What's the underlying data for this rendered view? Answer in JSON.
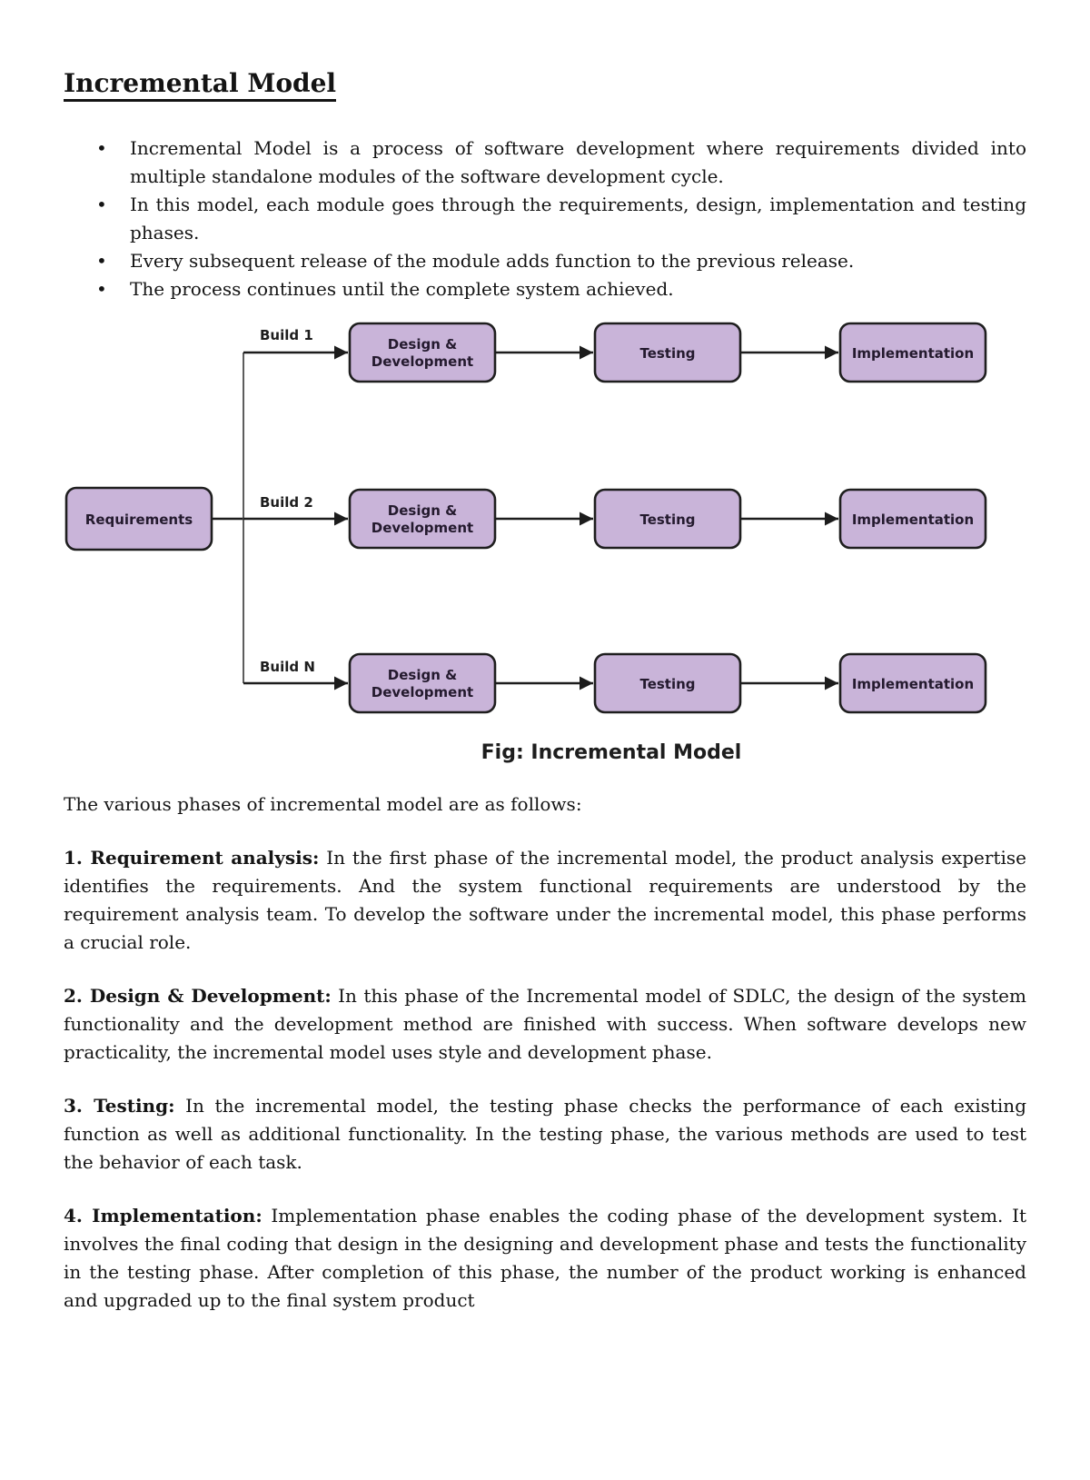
{
  "page": {
    "title": "Incremental Model",
    "bullets": [
      "Incremental Model is a process of software development where requirements divided into multiple standalone modules of the software development cycle.",
      "In this model, each module goes through the requirements, design, implementation and testing phases.",
      "Every subsequent release of the module adds function to the previous release.",
      "The process continues until the complete system achieved."
    ],
    "intro": "The various phases of incremental model are as follows:",
    "phases": [
      {
        "label": "1. Requirement analysis:",
        "text": " In the first phase of the incremental model, the product analysis expertise identifies the requirements. And the system functional requirements are understood by the requirement analysis team. To develop the software under the incremental model, this phase performs a crucial role."
      },
      {
        "label": "2. Design & Development:",
        "text": " In this phase of the Incremental model of SDLC, the design of the system functionality and the development method are finished with success. When software develops new practicality, the incremental model uses style and development phase."
      },
      {
        "label": "3. Testing:",
        "text": " In the incremental model, the testing phase checks the performance of each existing function as well as additional functionality. In the testing phase, the various methods are used to test the behavior of each task."
      },
      {
        "label": "4. Implementation:",
        "text": " Implementation phase enables the coding phase of the development system. It involves the final coding that design in the designing and development phase and tests the functionality in the testing phase. After completion of this phase, the number of the product working is enhanced and upgraded up to the final system product"
      }
    ]
  },
  "diagram": {
    "requirements": "Requirements",
    "design_line1": "Design &",
    "design_line2": "Development",
    "testing": "Testing",
    "implementation": "Implementation",
    "builds": [
      "Build 1",
      "Build 2",
      "Build N"
    ],
    "caption": "Fig: Incremental Model"
  },
  "colors": {
    "box_fill": "#c9b4d9",
    "box_border": "#1e1e1e",
    "arrow": "#1c1c1c"
  }
}
